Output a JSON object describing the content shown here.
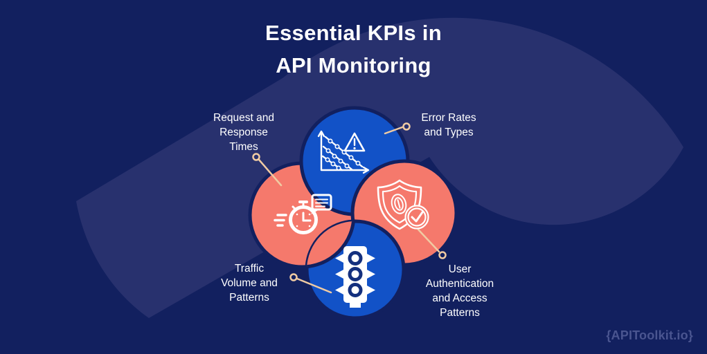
{
  "title": {
    "line1": "Essential KPIs in",
    "line2": "API Monitoring"
  },
  "kpis": [
    {
      "id": "request-response-times",
      "label": "Request and\nResponse\nTimes",
      "icon": "stopwatch-speed-icon",
      "circle_color": "#f5796c"
    },
    {
      "id": "error-rates-types",
      "label": "Error Rates\nand Types",
      "icon": "declining-chart-warning-icon",
      "circle_color": "#1252c7"
    },
    {
      "id": "traffic-volume-patterns",
      "label": "Traffic\nVolume and\nPatterns",
      "icon": "traffic-light-icon",
      "circle_color": "#1252c7"
    },
    {
      "id": "user-auth-access-patterns",
      "label": "User\nAuthentication\nand Access\nPatterns",
      "icon": "shield-fingerprint-check-icon",
      "circle_color": "#f5796c"
    }
  ],
  "footer": {
    "logo": "{APIToolkit.io}"
  },
  "colors": {
    "background": "#12205f",
    "swoosh": "#28316e",
    "blue_circle": "#1252c7",
    "coral_circle": "#f5796c",
    "circle_outline": "#12205f",
    "callout": "#f0cba3",
    "text": "#ffffff",
    "logo_text": "#4a5590"
  }
}
